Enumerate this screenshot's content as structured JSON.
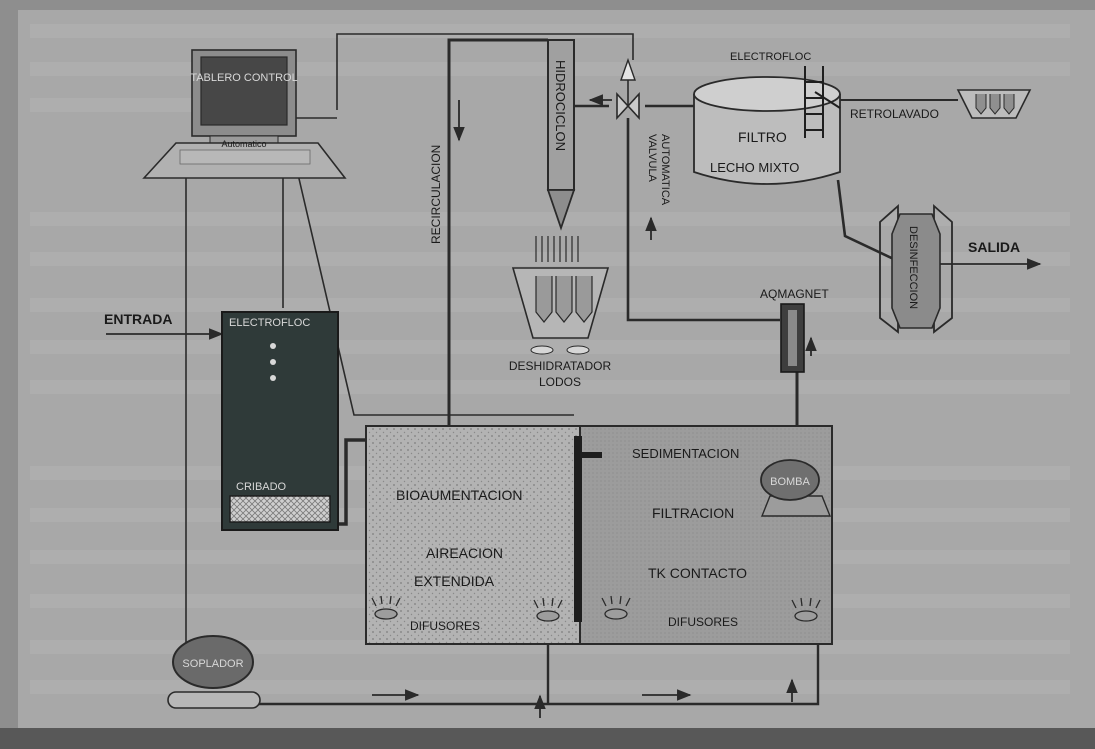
{
  "diagram": {
    "colors": {
      "background": "#8c8c8c",
      "paper": "#a9a9a9",
      "line": "#2a2a2a",
      "dark_unit": "#2f3a39",
      "tank_left": "#b2b2b2",
      "tank_right": "#9b9b9b"
    },
    "labels": {
      "tablero_control": "TABLERO CONTROL",
      "automatico": "Automatico",
      "recirculacion": "RECIRCULACION",
      "hidrociclon": "HIDROCICLON",
      "valvula_automatica": "VALVULA AUTOMATICA",
      "electrofloc_top": "ELECTROFLOC",
      "filtro": "FILTRO",
      "lecho_mixto": "LECHO MIXTO",
      "retrolavado": "RETROLAVADO",
      "desinfeccion": "DESINFECCION",
      "salida": "SALIDA",
      "entrada": "ENTRADA",
      "electrofloc_unit": "ELECTROFLOC",
      "cribado": "CRIBADO",
      "deshidratador_lodos": "DESHIDRATADOR LODOS",
      "aqmagnet": "AQMAGNET",
      "bioaumentacion": "BIOAUMENTACION",
      "aireacion": "AIREACION",
      "extendida": "EXTENDIDA",
      "difusores_left": "DIFUSORES",
      "sedimentacion": "SEDIMENTACION",
      "bomba": "BOMBA",
      "filtracion": "FILTRACION",
      "tk_contacto": "TK CONTACTO",
      "difusores_right": "DIFUSORES",
      "soplador": "SOPLADOR"
    }
  }
}
